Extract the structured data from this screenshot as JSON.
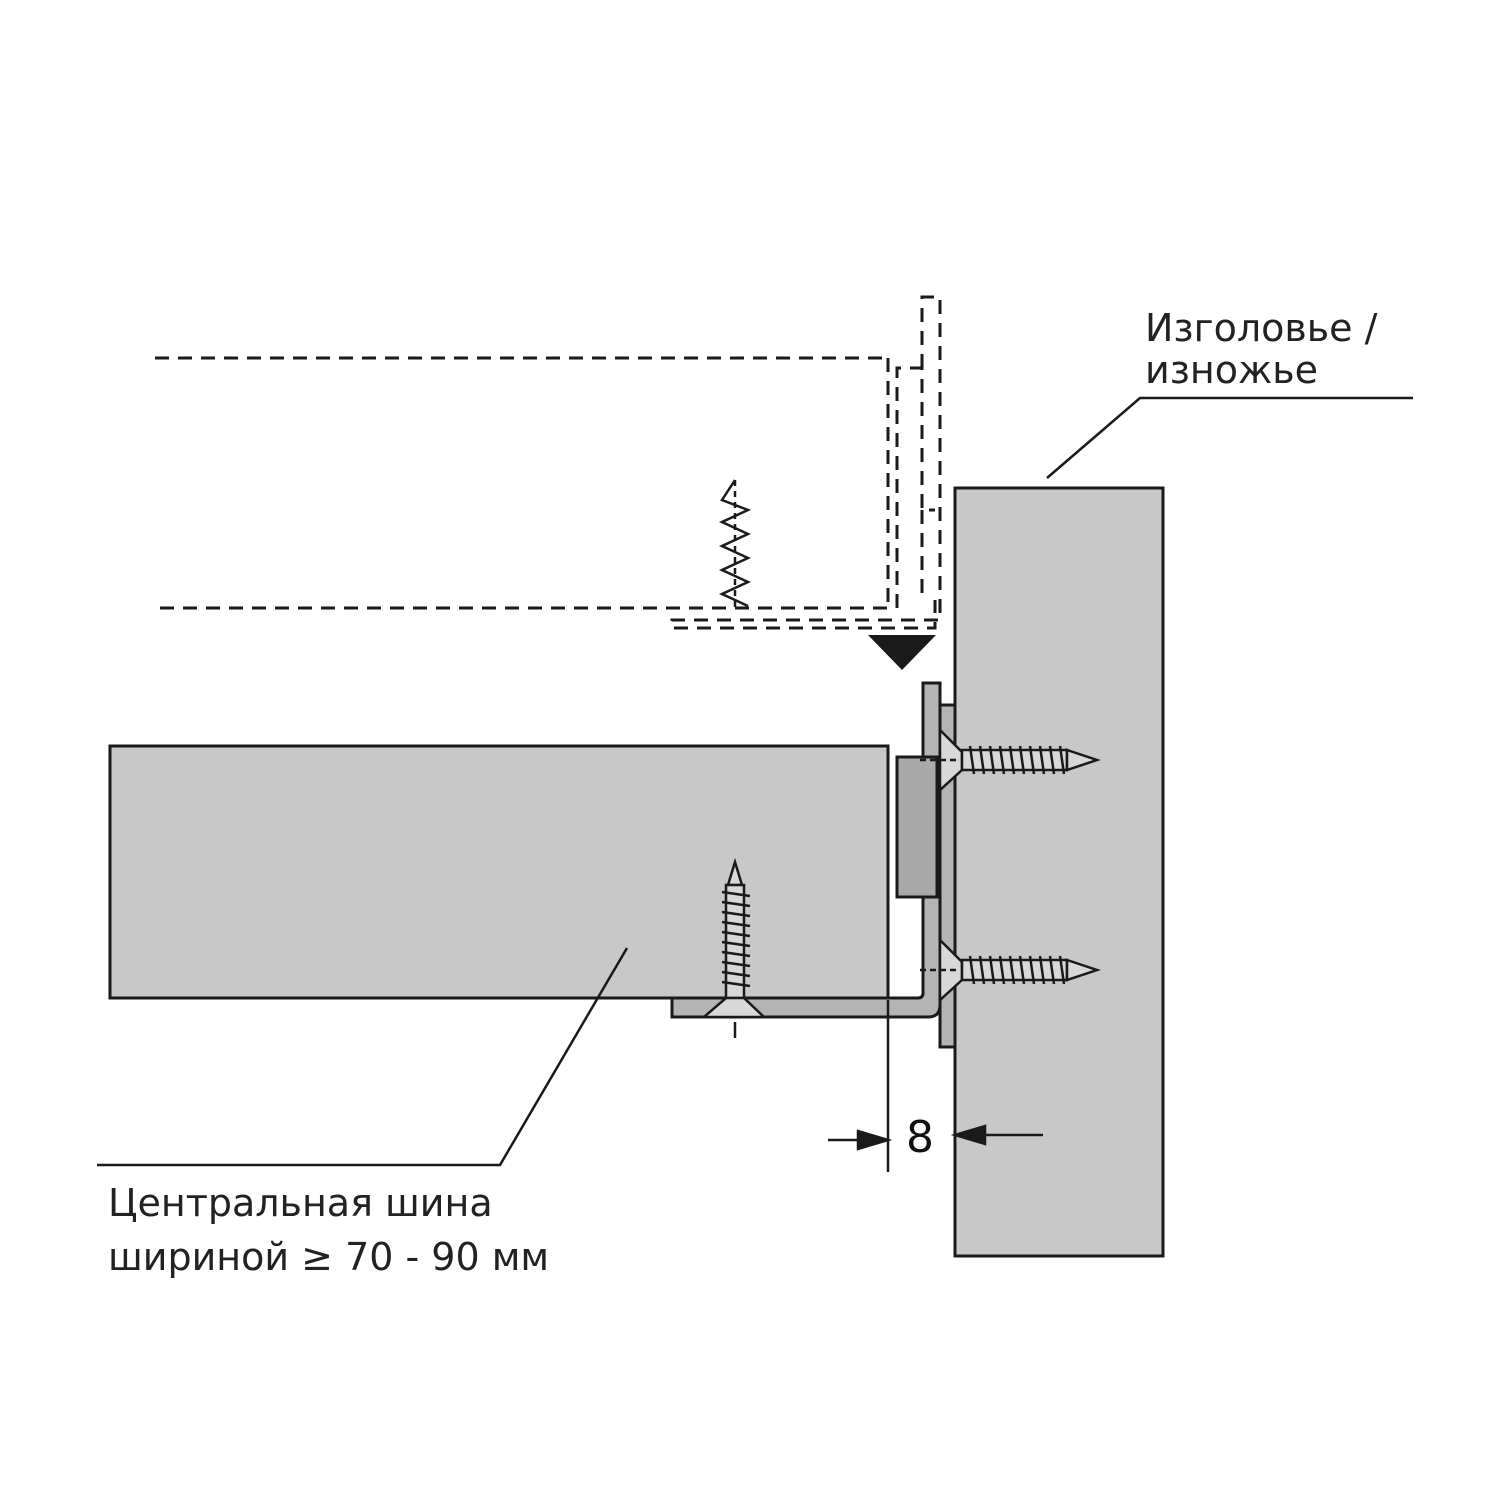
{
  "labels": {
    "headboard_line1": "Изголовье /",
    "headboard_line2": "изножье",
    "rail_line1": "Центральная шина",
    "rail_line2": "шириной ≥ 70 - 90 мм"
  },
  "dimension": {
    "gap_value": "8"
  },
  "colors": {
    "panel_fill": "#c8c8c8",
    "block_fill": "#a9a9a9",
    "stroke": "#1a1a1a"
  }
}
